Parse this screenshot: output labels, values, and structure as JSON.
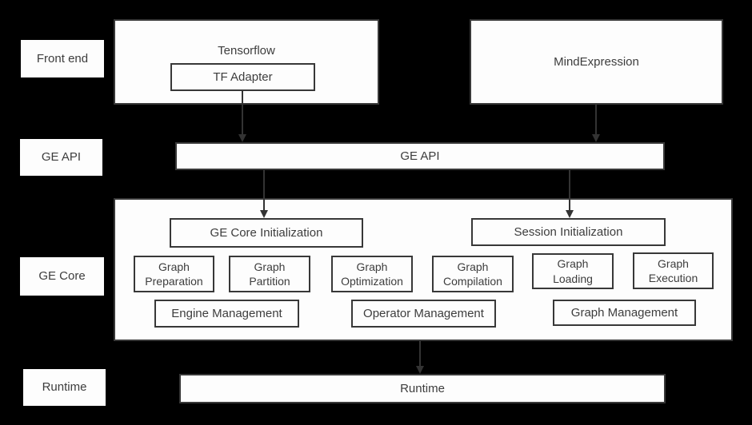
{
  "colors": {
    "background": "#000000",
    "box_fill": "#fdfdfd",
    "box_border": "#383838",
    "text": "#3d3d3d",
    "arrow": "#333333"
  },
  "side_labels": {
    "front_end": "Front end",
    "ge_api": "GE API",
    "ge_core": "GE Core",
    "runtime": "Runtime"
  },
  "front_end_layer": {
    "tensorflow": "Tensorflow",
    "tf_adapter": "TF Adapter",
    "mindexpression": "MindExpression"
  },
  "ge_api_layer": {
    "bar": "GE API"
  },
  "ge_core_layer": {
    "ge_core_initialization": "GE Core Initialization",
    "session_initialization": "Session Initialization",
    "graph_preparation": "Graph Preparation",
    "graph_partition": "Graph Partition",
    "graph_optimization": "Graph Optimization",
    "graph_compilation": "Graph Compilation",
    "graph_loading": "Graph Loading",
    "graph_execution": "Graph Execution",
    "engine_management": "Engine Management",
    "operator_management": "Operator Management",
    "graph_management": "Graph Management"
  },
  "runtime_layer": {
    "bar": "Runtime"
  }
}
